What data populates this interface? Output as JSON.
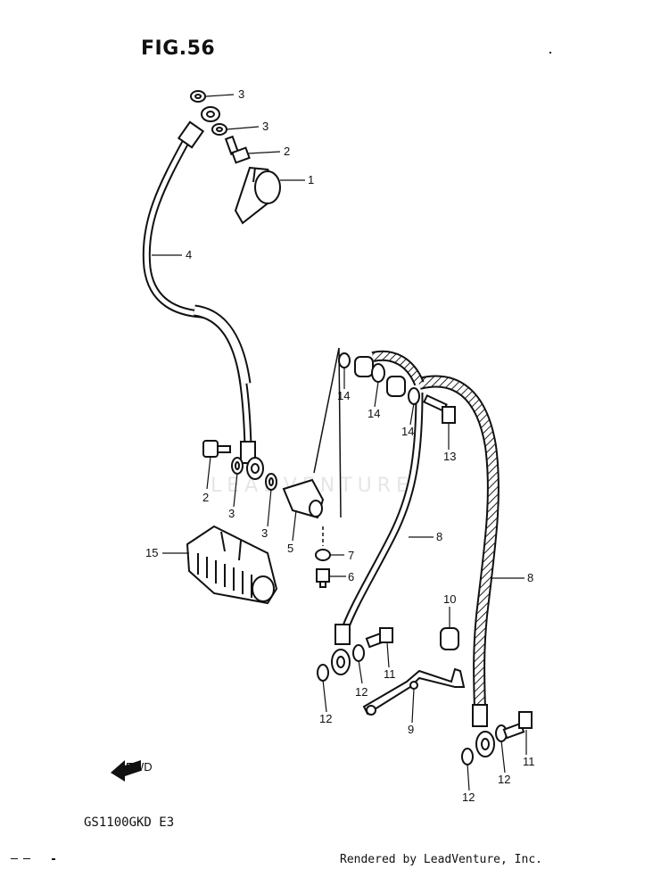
{
  "figure_title": "FIG.56",
  "model_code": "GS1100GKD E3",
  "credit": "Rendered by LeadVenture, Inc.",
  "watermark": "LEADVENTURE",
  "fwd_label": "FWD",
  "callouts": [
    "3",
    "3",
    "2",
    "1",
    "4",
    "14",
    "14",
    "14",
    "13",
    "2",
    "3",
    "3",
    "5",
    "7",
    "6",
    "15",
    "8",
    "8",
    "10",
    "11",
    "12",
    "12",
    "9",
    "11",
    "12",
    "12"
  ]
}
